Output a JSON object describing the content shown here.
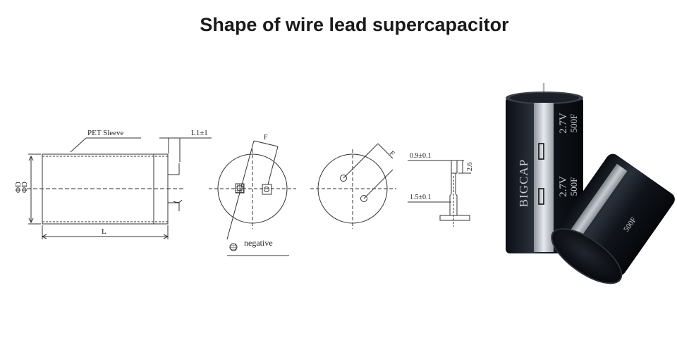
{
  "title": "Shape of wire lead supercapacitor",
  "side_view": {
    "sleeve_label": "PET Sleeve",
    "lead_length_label": "L1±1",
    "length_label": "L",
    "diameter_labels": [
      "ΦD",
      "ΦD"
    ]
  },
  "bottom_view_1": {
    "pitch_label": "F",
    "negative_label": "negative"
  },
  "bottom_view_2": {
    "pitch_label": "F"
  },
  "lead_detail": {
    "wire_dia_label": "0.9±0.1",
    "height_label": "2.6",
    "base_dia_label": "1.5±0.1"
  },
  "product_photo": {
    "brand": "BIGCAP",
    "voltage": "2.7V",
    "capacitance": "500F",
    "colors": {
      "body": "#141820",
      "sleeve_band": "#c9ced6"
    }
  }
}
